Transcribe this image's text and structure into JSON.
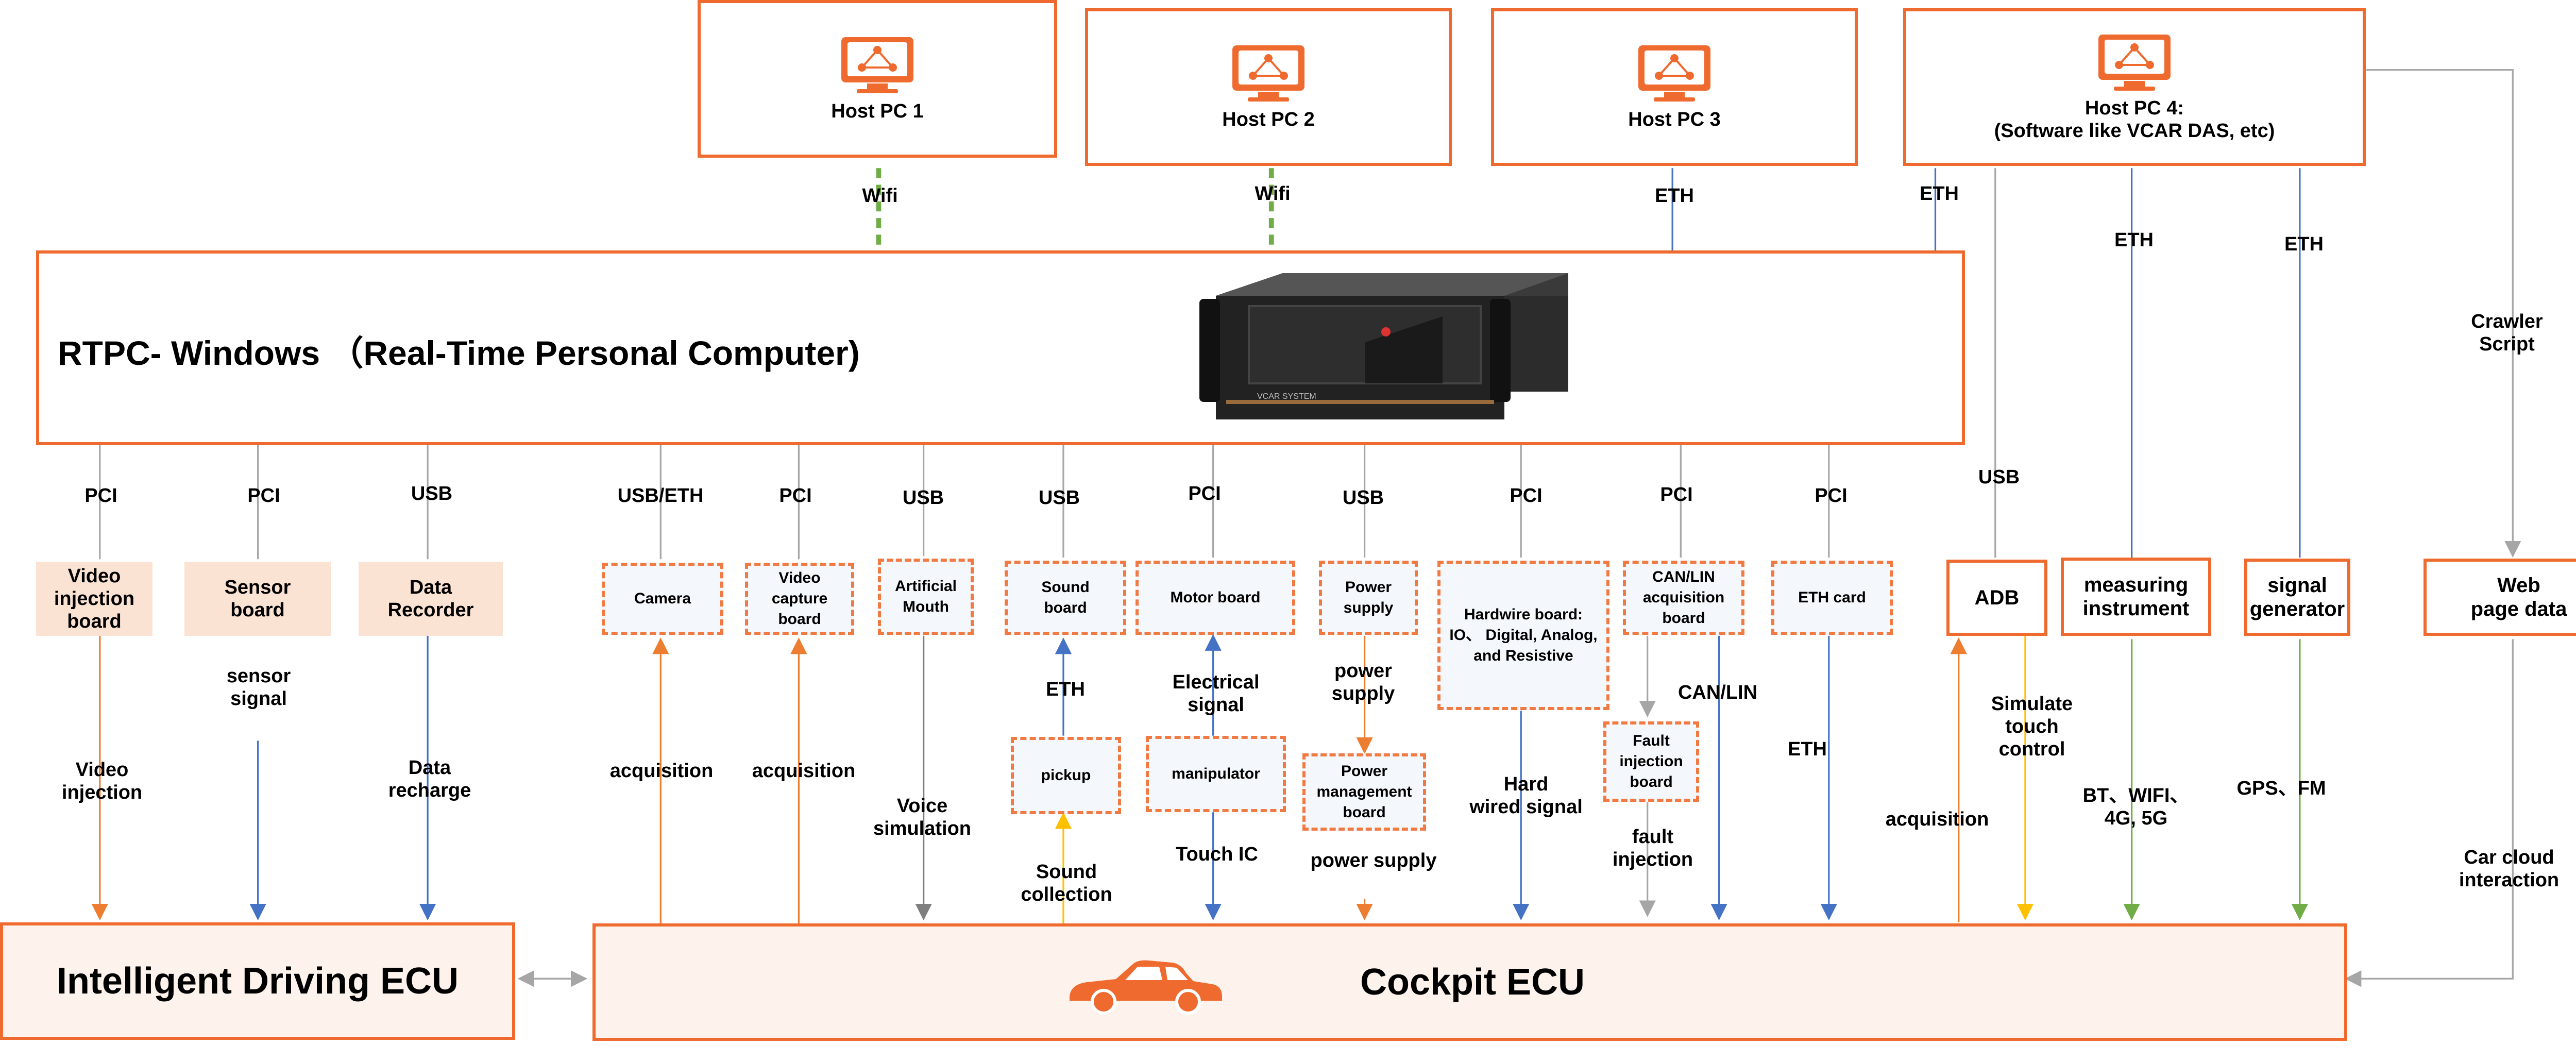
{
  "hosts": [
    {
      "label": "Host PC 1"
    },
    {
      "label": "Host PC 2"
    },
    {
      "label": "Host PC 3"
    },
    {
      "label": "Host PC 4:\n(Software like VCAR DAS, etc)"
    }
  ],
  "host_links": {
    "pc1": "Wifi",
    "pc2": "Wifi",
    "pc3": "ETH",
    "pc4": "ETH"
  },
  "rtpc": {
    "title": "RTPC- Windows （Real-Time Personal Computer)",
    "rack_brand": "VCAR SYSTEM"
  },
  "buses": {
    "video_injection": "PCI",
    "sensor": "PCI",
    "data_recorder": "USB",
    "camera": "USB/ETH",
    "video_capture": "PCI",
    "artificial_mouth": "USB",
    "sound_board": "USB",
    "motor_board": "PCI",
    "power_supply": "USB",
    "hardwire": "PCI",
    "can_lin": "PCI",
    "eth_card": "PCI",
    "adb": "USB",
    "measuring": "ETH",
    "signal_gen": "ETH"
  },
  "boards": {
    "video_injection": "Video\ninjection\nboard",
    "sensor": "Sensor\nboard",
    "data_recorder": "Data\nRecorder",
    "camera": "Camera",
    "video_capture": "Video\ncapture\nboard",
    "artificial_mouth": "Artificial\nMouth",
    "sound_board": "Sound\nboard",
    "motor_board": "Motor board",
    "power_supply": "Power\nsupply",
    "hardwire": "Hardwire board:\nIO、 Digital, Analog,\nand Resistive",
    "can_lin": "CAN/LIN\nacquisition\nboard",
    "eth_card": "ETH card",
    "pickup": "pickup",
    "manipulator": "manipulator",
    "power_mgmt": "Power\nmanagement\nboard",
    "fault_injection": "Fault\ninjection\nboard",
    "adb": "ADB",
    "measuring": "measuring\ninstrument",
    "signal_gen": "signal\ngenerator",
    "web_page": "Web\npage data"
  },
  "signals": {
    "sensor_signal": "sensor\nsignal",
    "video_injection": "Video\ninjection",
    "data_recharge": "Data\nrecharge",
    "camera_acq": "acquisition",
    "capture_acq": "acquisition",
    "voice": "Voice\nsimulation",
    "pickup_eth": "ETH",
    "sound_collection": "Sound\ncollection",
    "electrical": "Electrical\nsignal",
    "touch_ic": "Touch IC",
    "power_supply_1": "power\nsupply",
    "power_supply_2": "power supply",
    "hard_wired": "Hard\nwired signal",
    "can_lin": "CAN/LIN",
    "fault_injection": "fault\ninjection",
    "eth": "ETH",
    "adb_acq": "acquisition",
    "touch_control": "Simulate\ntouch\ncontrol",
    "wireless": "BT、WIFI、\n4G, 5G",
    "gps": "GPS、FM",
    "crawler": "Crawler\nScript",
    "cloud": "Car cloud\ninteraction"
  },
  "ecus": {
    "driving": "Intelligent Driving ECU",
    "cockpit": "Cockpit ECU"
  },
  "colors": {
    "accent": "#ee6a2e",
    "blue": "#4472c4",
    "yellow": "#ffc000",
    "green": "#70ad47",
    "grey": "#a6a6a6",
    "ecu_fill": "#fdf3ec",
    "board_fill": "#fbe3d3"
  },
  "icons": [
    "monitor-network-icon",
    "rack-server-icon",
    "car-icon"
  ]
}
